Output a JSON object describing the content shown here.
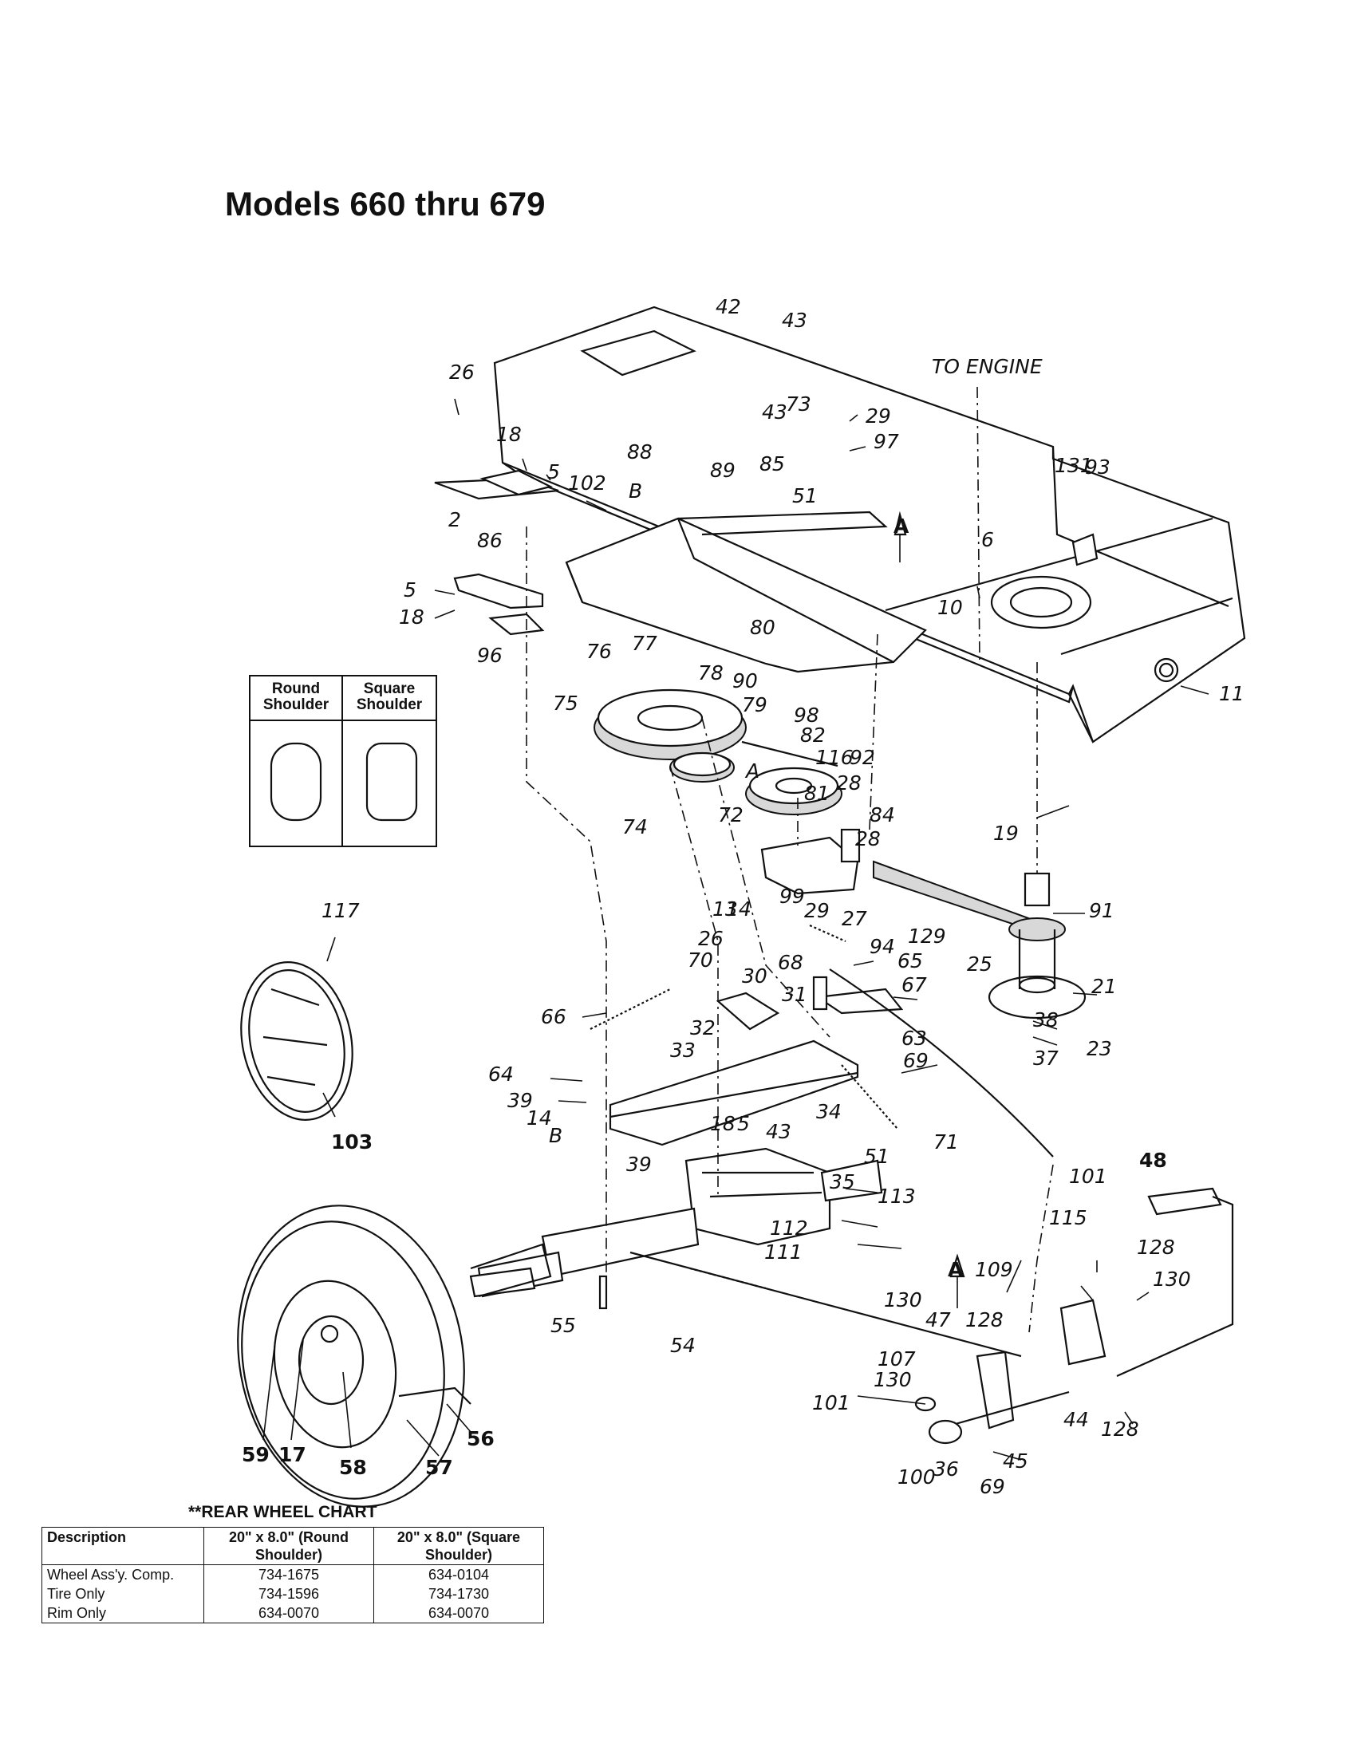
{
  "page": {
    "title": "Models 660 thru 679"
  },
  "diagram": {
    "to_engine": "TO ENGINE",
    "callouts": [
      "42",
      "43",
      "26",
      "18",
      "5",
      "88",
      "89",
      "73",
      "43",
      "85",
      "29",
      "97",
      "102",
      "B",
      "51",
      "131",
      "93",
      "2",
      "A",
      "86",
      "6",
      "5",
      "18",
      "10",
      "96",
      "80",
      "76",
      "77",
      "78",
      "90",
      "75",
      "79",
      "98",
      "82",
      "116",
      "92",
      "11",
      "74",
      "A",
      "28",
      "81",
      "72",
      "84",
      "19",
      "28",
      "91",
      "13",
      "14",
      "99",
      "29",
      "27",
      "129",
      "94",
      "65",
      "25",
      "21",
      "26",
      "70",
      "30",
      "68",
      "67",
      "66",
      "31",
      "32",
      "38",
      "23",
      "37",
      "33",
      "63",
      "69",
      "64",
      "39",
      "14",
      "B",
      "18",
      "5",
      "43",
      "34",
      "71",
      "39",
      "51",
      "35",
      "113",
      "112",
      "111",
      "101",
      "48",
      "115",
      "128",
      "130",
      "A",
      "109",
      "47",
      "128",
      "55",
      "54",
      "130",
      "107",
      "130",
      "101",
      "100",
      "36",
      "44",
      "128",
      "45",
      "69",
      "117",
      "103",
      "59",
      "17",
      "58",
      "57",
      "56"
    ],
    "arrow_label": "A"
  },
  "shoulder_box": {
    "round_label": "Round Shoulder",
    "square_label": "Square Shoulder"
  },
  "wheel_chart": {
    "title": "**REAR WHEEL CHART",
    "headers": {
      "description": "Description",
      "round": "20\" x 8.0\" (Round Shoulder)",
      "square": "20\" x 8.0\" (Square Shoulder)"
    },
    "rows": [
      {
        "desc": "Wheel Ass'y. Comp.",
        "round": "734-1675",
        "square": "634-0104"
      },
      {
        "desc": "Tire Only",
        "round": "734-1596",
        "square": "734-1730"
      },
      {
        "desc": "Rim Only",
        "round": "634-0070",
        "square": "634-0070"
      }
    ]
  }
}
